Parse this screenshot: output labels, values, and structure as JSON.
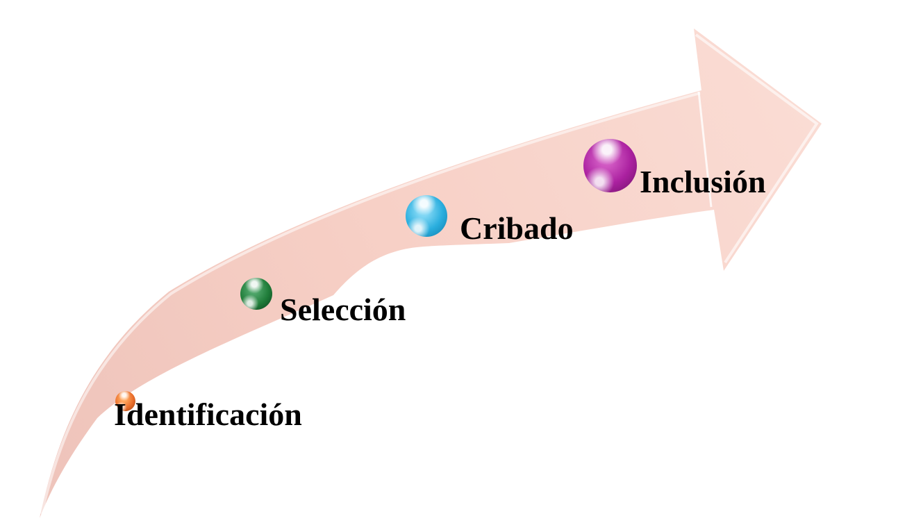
{
  "diagram": {
    "type": "upward-curved-process-arrow",
    "background_color": "#ffffff",
    "arrow": {
      "color_tail": "#eec3ba",
      "color_mid": "#f7d0c6",
      "color_head": "#fadcd4",
      "bevel_highlight": "#ffffff",
      "direction": "bottom-left to top-right"
    },
    "steps": [
      {
        "label": "Identificación",
        "marker": "orange-sphere",
        "color_light": "#ffa75e",
        "color_main": "#ea6f2c",
        "color_dark": "#9e3c0c"
      },
      {
        "label": "Selección",
        "marker": "green-sphere",
        "color_light": "#4da468",
        "color_main": "#1f7c39",
        "color_dark": "#0a3f1c"
      },
      {
        "label": "Cribado",
        "marker": "blue-sphere",
        "color_light": "#7fd6f4",
        "color_main": "#2aaede",
        "color_dark": "#0e7cab"
      },
      {
        "label": "Inclusión",
        "marker": "magenta-sphere",
        "color_light": "#d058c2",
        "color_main": "#ab21a0",
        "color_dark": "#6e1166"
      }
    ]
  }
}
